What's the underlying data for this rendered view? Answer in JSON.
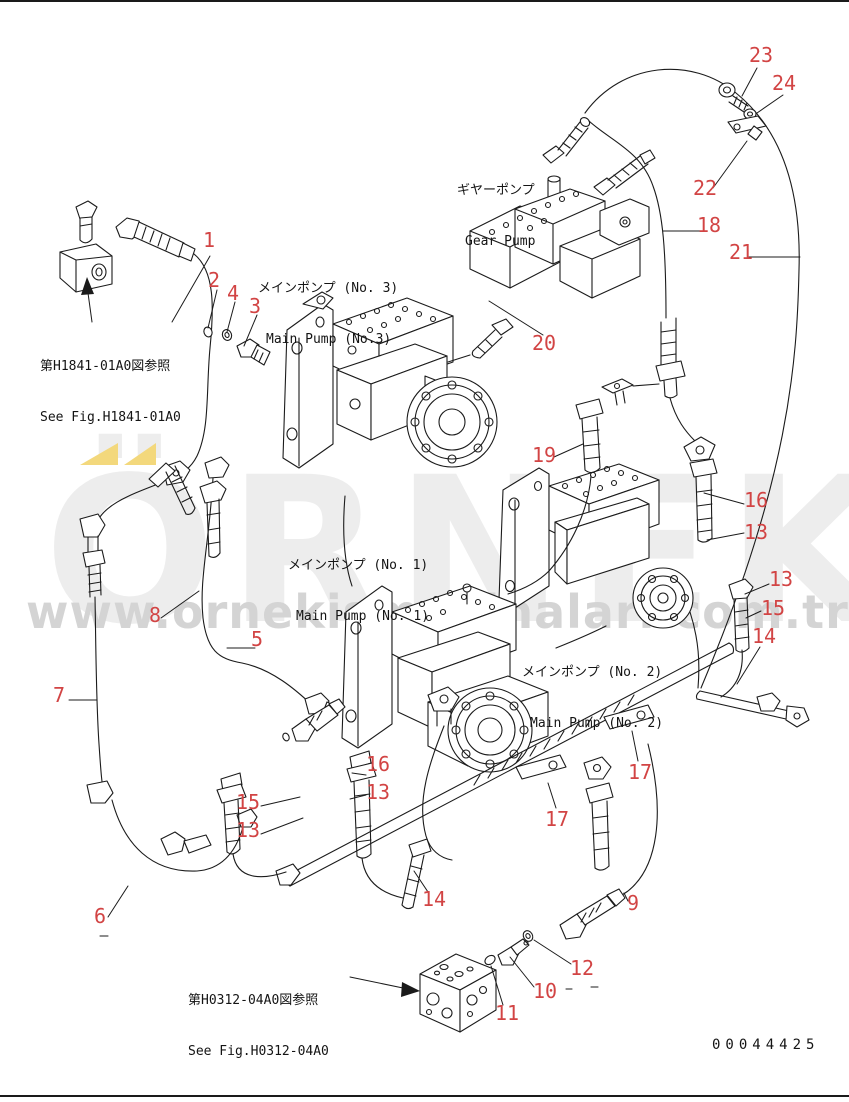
{
  "watermark": {
    "logo_text": "ÖRNEK",
    "url_text": "www.ornekismakinalari.com.tr"
  },
  "colors": {
    "callout-red": "#d24444",
    "watermark-gray": "#d4d4d4",
    "logo-gray": "#ededed",
    "accent-yellow": "#f3d87c",
    "line-black": "#1b1b1b"
  },
  "references": [
    {
      "jp": "第H1841-01A0図参照",
      "en": "See Fig.H1841-01A0"
    },
    {
      "jp": "第H0312-04A0図参照",
      "en": "See Fig.H0312-04A0"
    }
  ],
  "components": [
    {
      "jp": "ギヤーポンプ",
      "en": "Gear Pump"
    },
    {
      "jp": "メインポンプ (No. 3)",
      "en": "Main Pump (No.3)"
    },
    {
      "jp": "メインポンプ (No. 1)",
      "en": "Main Pump (No. 1)"
    },
    {
      "jp": "メインポンプ (No. 2)",
      "en": "Main Pump (No. 2)"
    }
  ],
  "callouts": [
    {
      "label": "1"
    },
    {
      "label": "2"
    },
    {
      "label": "4"
    },
    {
      "label": "3"
    },
    {
      "label": "23"
    },
    {
      "label": "24"
    },
    {
      "label": "22"
    },
    {
      "label": "18"
    },
    {
      "label": "21"
    },
    {
      "label": "20"
    },
    {
      "label": "19"
    },
    {
      "label": "16"
    },
    {
      "label": "13"
    },
    {
      "label": "13"
    },
    {
      "label": "15"
    },
    {
      "label": "14"
    },
    {
      "label": "8"
    },
    {
      "label": "5"
    },
    {
      "label": "7"
    },
    {
      "label": "15"
    },
    {
      "label": "13"
    },
    {
      "label": "16"
    },
    {
      "label": "13"
    },
    {
      "label": "6"
    },
    {
      "label": "17"
    },
    {
      "label": "17"
    },
    {
      "label": "14"
    },
    {
      "label": "9"
    },
    {
      "label": "12"
    },
    {
      "label": "10"
    },
    {
      "label": "11"
    }
  ],
  "drawing_number": "00044425"
}
